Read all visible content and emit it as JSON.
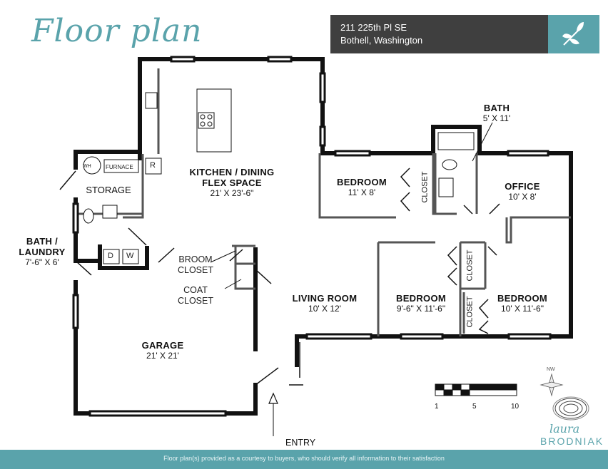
{
  "header": {
    "title": "Floor plan",
    "address_line1": "211 225th Pl SE",
    "address_line2": "Bothell, Washington",
    "logo_icon": "leaf-icon"
  },
  "rooms": {
    "kitchen": {
      "name_line1": "KITCHEN / DINING",
      "name_line2": "FLEX SPACE",
      "size": "21' X 23'-6\""
    },
    "storage": {
      "name": "STORAGE"
    },
    "bath_laundry": {
      "name_line1": "BATH /",
      "name_line2": "LAUNDRY",
      "size": "7'-6\" X 6'"
    },
    "garage": {
      "name": "GARAGE",
      "size": "21' X 21'"
    },
    "living": {
      "name": "LIVING ROOM",
      "size": "10' X 12'"
    },
    "bedroom1": {
      "name": "BEDROOM",
      "size": "11' X 8'"
    },
    "bath": {
      "name": "BATH",
      "size": "5' X 11'"
    },
    "office": {
      "name": "OFFICE",
      "size": "10' X 8'"
    },
    "bedroom2": {
      "name": "BEDROOM",
      "size": "9'-6\" X 11'-6\""
    },
    "bedroom3": {
      "name": "BEDROOM",
      "size": "10' X 11'-6\""
    }
  },
  "fixtures": {
    "wh": "WH",
    "furnace": "FURNACE",
    "refrigerator": "R",
    "dryer": "D",
    "washer": "W"
  },
  "closets": {
    "broom_line1": "BROOM",
    "broom_line2": "CLOSET",
    "coat_line1": "COAT",
    "coat_line2": "CLOSET",
    "closet": "CLOSET"
  },
  "entry": "ENTRY",
  "scale": {
    "labels": [
      "1",
      "5",
      "10"
    ]
  },
  "brand": {
    "line1": "laura",
    "line2": "BRODNIAK",
    "compass": "NW"
  },
  "footer": "Floor plan(s) provided as a courtesy to buyers, who should verify all information to their satisfaction",
  "colors": {
    "accent": "#5aa3ab",
    "header_dark": "#3f3f3f",
    "wall": "#111111"
  }
}
